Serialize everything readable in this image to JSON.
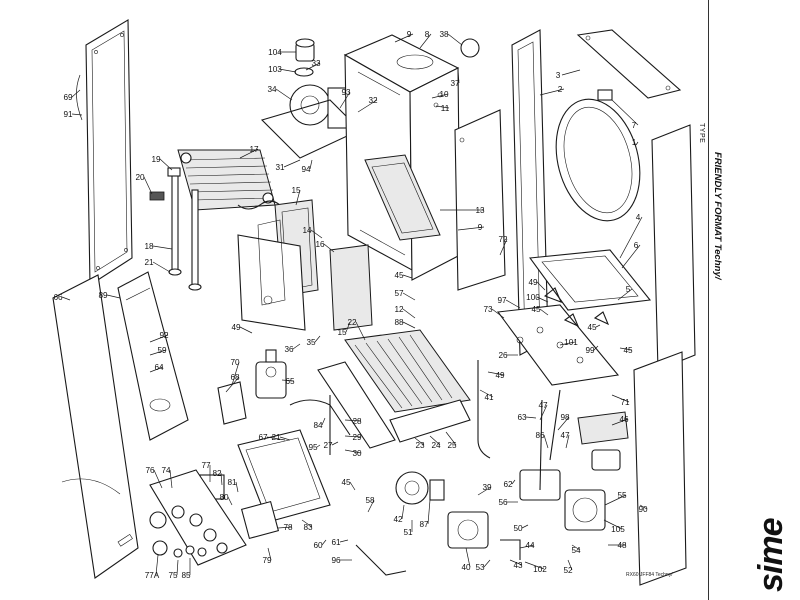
{
  "header": {
    "type_label": "TYPE",
    "model_title": "FRIENDLY FORMAT Techny/"
  },
  "footer": {
    "part_code": "RX60 JFF84 Techny/",
    "brand": "sime"
  },
  "callouts": [
    {
      "id": "c104",
      "label": "104"
    },
    {
      "id": "c103",
      "label": "103"
    },
    {
      "id": "c33",
      "label": "33"
    },
    {
      "id": "c34",
      "label": "34"
    },
    {
      "id": "c93",
      "label": "93"
    },
    {
      "id": "c32",
      "label": "32"
    },
    {
      "id": "c9a",
      "label": "9"
    },
    {
      "id": "c8",
      "label": "8"
    },
    {
      "id": "c38",
      "label": "38"
    },
    {
      "id": "c37",
      "label": "37"
    },
    {
      "id": "c10",
      "label": "10"
    },
    {
      "id": "c11",
      "label": "11"
    },
    {
      "id": "c3",
      "label": "3"
    },
    {
      "id": "c2",
      "label": "2"
    },
    {
      "id": "c7",
      "label": "7"
    },
    {
      "id": "c1",
      "label": "1"
    },
    {
      "id": "c69",
      "label": "69"
    },
    {
      "id": "c91",
      "label": "91"
    },
    {
      "id": "c17",
      "label": "17"
    },
    {
      "id": "c19",
      "label": "19"
    },
    {
      "id": "c20",
      "label": "20"
    },
    {
      "id": "c31",
      "label": "31"
    },
    {
      "id": "c94",
      "label": "94"
    },
    {
      "id": "c15a",
      "label": "15"
    },
    {
      "id": "c14",
      "label": "14"
    },
    {
      "id": "c16",
      "label": "16"
    },
    {
      "id": "c13",
      "label": "13"
    },
    {
      "id": "c9b",
      "label": "9"
    },
    {
      "id": "c72",
      "label": "72"
    },
    {
      "id": "c4",
      "label": "4"
    },
    {
      "id": "c6",
      "label": "6"
    },
    {
      "id": "c5",
      "label": "5"
    },
    {
      "id": "c18",
      "label": "18"
    },
    {
      "id": "c21a",
      "label": "21"
    },
    {
      "id": "c66",
      "label": "66"
    },
    {
      "id": "c89",
      "label": "89"
    },
    {
      "id": "c45a",
      "label": "45"
    },
    {
      "id": "c57",
      "label": "57"
    },
    {
      "id": "c97",
      "label": "97"
    },
    {
      "id": "c49a",
      "label": "49"
    },
    {
      "id": "c100",
      "label": "100"
    },
    {
      "id": "c45b",
      "label": "45"
    },
    {
      "id": "c73",
      "label": "73"
    },
    {
      "id": "c12",
      "label": "12"
    },
    {
      "id": "c88",
      "label": "88"
    },
    {
      "id": "c92",
      "label": "92"
    },
    {
      "id": "c59",
      "label": "59"
    },
    {
      "id": "c64",
      "label": "64"
    },
    {
      "id": "c49b",
      "label": "49"
    },
    {
      "id": "c35",
      "label": "35"
    },
    {
      "id": "c36",
      "label": "36"
    },
    {
      "id": "c15b",
      "label": "15"
    },
    {
      "id": "c22",
      "label": "22"
    },
    {
      "id": "c45c",
      "label": "45"
    },
    {
      "id": "c101",
      "label": "101"
    },
    {
      "id": "c99",
      "label": "99"
    },
    {
      "id": "c45d",
      "label": "45"
    },
    {
      "id": "c26",
      "label": "26"
    },
    {
      "id": "c70",
      "label": "70"
    },
    {
      "id": "c68",
      "label": "68"
    },
    {
      "id": "c65",
      "label": "65"
    },
    {
      "id": "c49c",
      "label": "49"
    },
    {
      "id": "c71",
      "label": "71"
    },
    {
      "id": "c41",
      "label": "41"
    },
    {
      "id": "c84",
      "label": "84"
    },
    {
      "id": "c27",
      "label": "27"
    },
    {
      "id": "c28",
      "label": "28"
    },
    {
      "id": "c29",
      "label": "29"
    },
    {
      "id": "c30",
      "label": "30"
    },
    {
      "id": "c23",
      "label": "23"
    },
    {
      "id": "c24",
      "label": "24"
    },
    {
      "id": "c25",
      "label": "25"
    },
    {
      "id": "c63",
      "label": "63"
    },
    {
      "id": "c47a",
      "label": "47"
    },
    {
      "id": "c98",
      "label": "98"
    },
    {
      "id": "c46",
      "label": "46"
    },
    {
      "id": "c86",
      "label": "86"
    },
    {
      "id": "c47b",
      "label": "47"
    },
    {
      "id": "c67",
      "label": "67"
    },
    {
      "id": "c21b",
      "label": "21"
    },
    {
      "id": "c95",
      "label": "95"
    },
    {
      "id": "c76",
      "label": "76"
    },
    {
      "id": "c74",
      "label": "74"
    },
    {
      "id": "c77",
      "label": "77"
    },
    {
      "id": "c82",
      "label": "82"
    },
    {
      "id": "c81",
      "label": "81"
    },
    {
      "id": "c80",
      "label": "80"
    },
    {
      "id": "c78",
      "label": "78"
    },
    {
      "id": "c83",
      "label": "83"
    },
    {
      "id": "c45e",
      "label": "45"
    },
    {
      "id": "c58",
      "label": "58"
    },
    {
      "id": "c60",
      "label": "60"
    },
    {
      "id": "c61",
      "label": "61"
    },
    {
      "id": "c96",
      "label": "96"
    },
    {
      "id": "c79",
      "label": "79"
    },
    {
      "id": "c42",
      "label": "42"
    },
    {
      "id": "c51",
      "label": "51"
    },
    {
      "id": "c87",
      "label": "87"
    },
    {
      "id": "c39",
      "label": "39"
    },
    {
      "id": "c62",
      "label": "62"
    },
    {
      "id": "c56",
      "label": "56"
    },
    {
      "id": "c50",
      "label": "50"
    },
    {
      "id": "c52",
      "label": "52"
    },
    {
      "id": "c54",
      "label": "54"
    },
    {
      "id": "c55",
      "label": "55"
    },
    {
      "id": "c105",
      "label": "105"
    },
    {
      "id": "c48",
      "label": "48"
    },
    {
      "id": "c90",
      "label": "90"
    },
    {
      "id": "c40",
      "label": "40"
    },
    {
      "id": "c53",
      "label": "53"
    },
    {
      "id": "c43",
      "label": "43"
    },
    {
      "id": "c44",
      "label": "44"
    },
    {
      "id": "c102",
      "label": "102"
    },
    {
      "id": "c75",
      "label": "75"
    },
    {
      "id": "c85",
      "label": "85"
    },
    {
      "id": "c77a",
      "label": "77A"
    }
  ]
}
